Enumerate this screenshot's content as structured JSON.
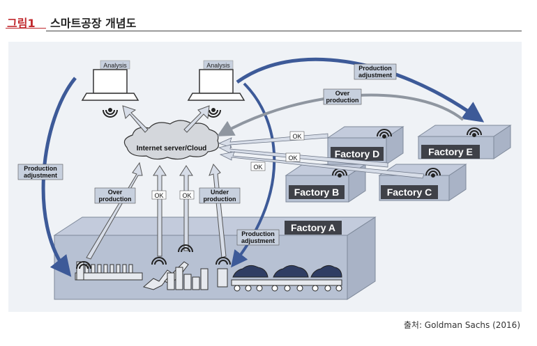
{
  "header": {
    "figure_label": "그림1",
    "title": "스마트공장 개념도"
  },
  "diagram": {
    "analysis_labels": [
      "Analysis",
      "Analysis"
    ],
    "cloud_label": "Internet server/Cloud",
    "factories": {
      "a": "Factory A",
      "b": "Factory B",
      "c": "Factory C",
      "d": "Factory D",
      "e": "Factory E"
    },
    "callouts": {
      "production_adjustment": [
        "Production",
        "adjustment"
      ],
      "over_production": [
        "Over",
        "production"
      ],
      "under_production": [
        "Under",
        "production"
      ],
      "ok": "OK"
    }
  },
  "source": "출처: Goldman Sachs (2016)",
  "colors": {
    "accent": "#c0282d",
    "arrow": "#3d5a98",
    "label_bg": "#c7d0de",
    "factory_label_bg": "#3f4148"
  }
}
